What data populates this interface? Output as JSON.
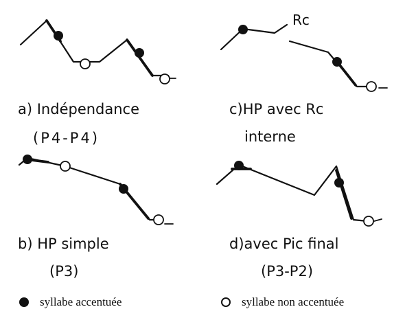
{
  "panels": [
    {
      "id": "a",
      "caption": "a) Indépendance",
      "subcaption": "(P4-P4)"
    },
    {
      "id": "b",
      "caption": "b) HP simple",
      "subcaption": "(P3)"
    },
    {
      "id": "c",
      "caption": "c)HP avec Rc",
      "subcaption": "interne",
      "annotation": "Rc"
    },
    {
      "id": "d",
      "caption": "d)avec Pic final",
      "subcaption": "(P3-P2)"
    }
  ],
  "legend": {
    "accented": {
      "label": "syllabe accentuée",
      "icon": "filled-circle-icon"
    },
    "unaccented": {
      "label": "syllabe non accentuée",
      "icon": "open-circle-icon"
    }
  },
  "colors": {
    "ink": "#111111",
    "background": "#ffffff"
  }
}
